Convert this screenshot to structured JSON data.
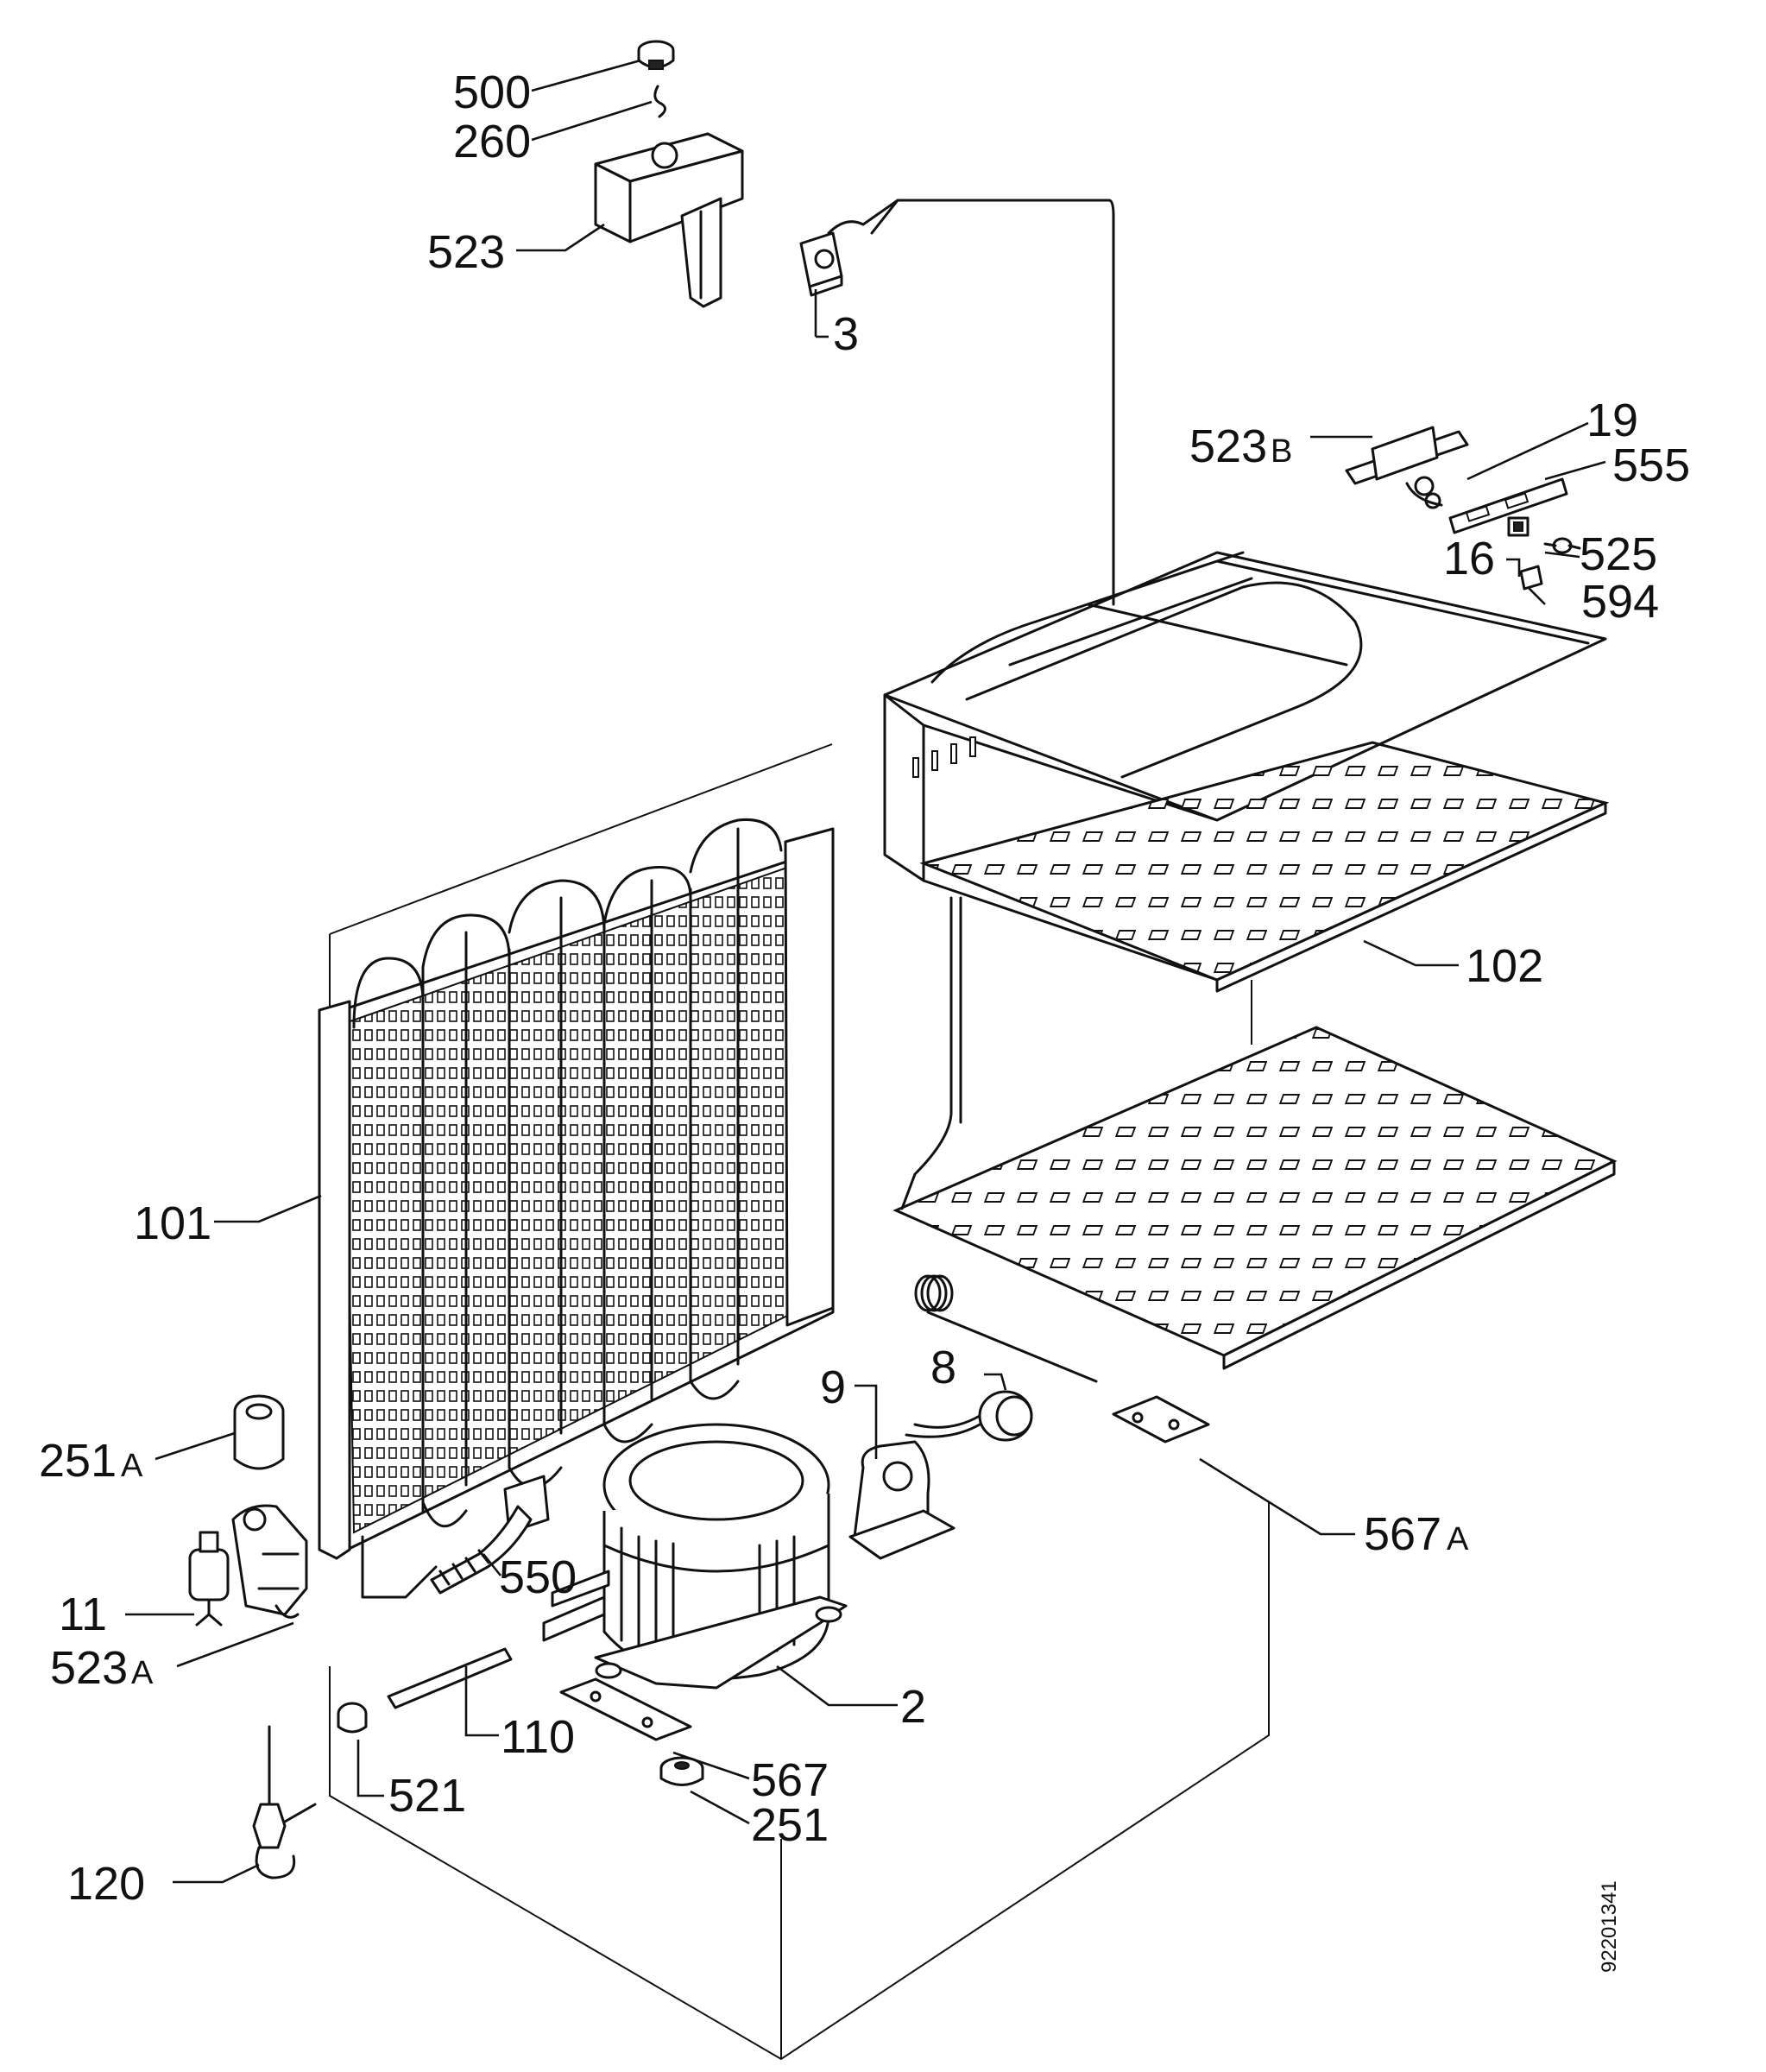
{
  "labels": {
    "l500": "500",
    "l260": "260",
    "l523": "523",
    "l3": "3",
    "l523b": "523",
    "l523b_suffix": "B",
    "l19": "19",
    "l555": "555",
    "l16": "16",
    "l525": "525",
    "l594": "594",
    "l102": "102",
    "l101": "101",
    "l251a": "251",
    "l251a_suffix": "A",
    "l11": "11",
    "l523a": "523",
    "l523a_suffix": "A",
    "l120": "120",
    "l9": "9",
    "l8": "8",
    "l567a": "567",
    "l567a_suffix": "A",
    "l550": "550",
    "l2": "2",
    "l110": "110",
    "l521": "521",
    "l567": "567",
    "l251": "251"
  },
  "document_number": "92201341"
}
